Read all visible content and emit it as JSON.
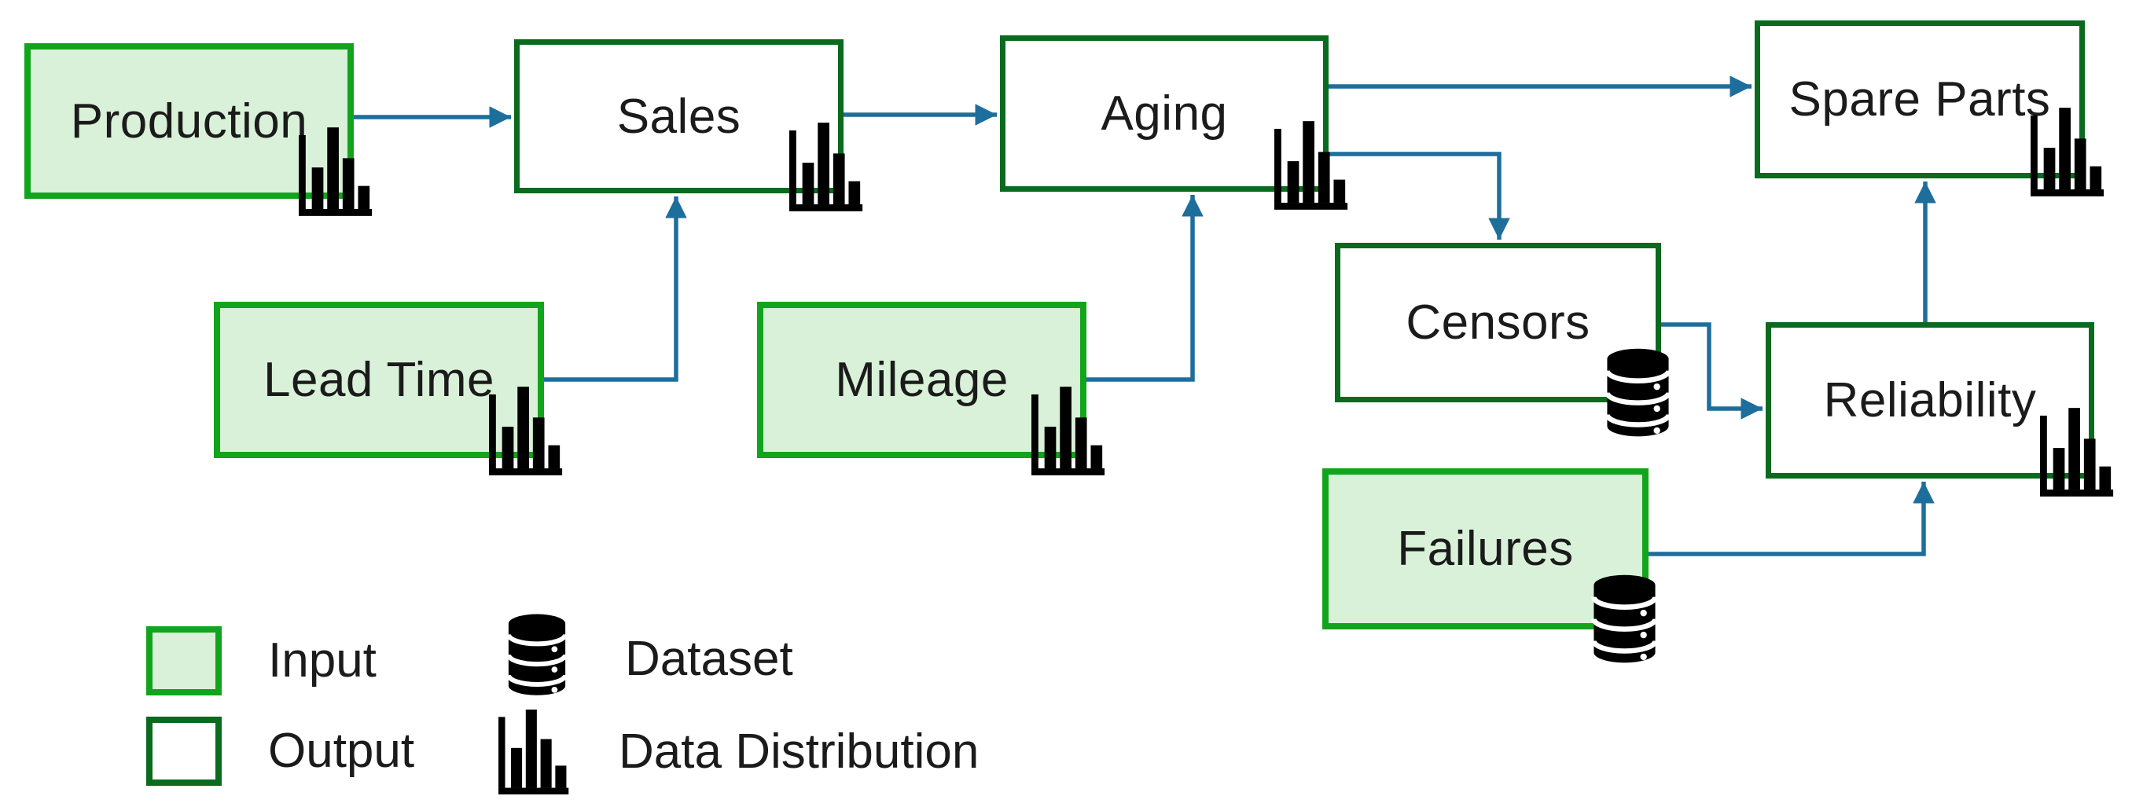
{
  "colors": {
    "background": "#ffffff",
    "text": "#1b1b1b",
    "input_fill": "#d9f1d9",
    "input_border": "#12a41c",
    "output_fill": "#ffffff",
    "output_border": "#0a6a1e",
    "arrow": "#1e6e9c",
    "icon": "#000000"
  },
  "nodes": [
    {
      "id": "production",
      "label": "Production",
      "type": "input",
      "icon": "data-distribution"
    },
    {
      "id": "sales",
      "label": "Sales",
      "type": "output",
      "icon": "data-distribution"
    },
    {
      "id": "aging",
      "label": "Aging",
      "type": "output",
      "icon": "data-distribution"
    },
    {
      "id": "spare_parts",
      "label": "Spare Parts",
      "type": "output",
      "icon": "data-distribution"
    },
    {
      "id": "lead_time",
      "label": "Lead Time",
      "type": "input",
      "icon": "data-distribution"
    },
    {
      "id": "mileage",
      "label": "Mileage",
      "type": "input",
      "icon": "data-distribution"
    },
    {
      "id": "censors",
      "label": "Censors",
      "type": "output",
      "icon": "dataset"
    },
    {
      "id": "reliability",
      "label": "Reliability",
      "type": "output",
      "icon": "data-distribution"
    },
    {
      "id": "failures",
      "label": "Failures",
      "type": "input",
      "icon": "dataset"
    }
  ],
  "edges": [
    {
      "from": "production",
      "to": "sales"
    },
    {
      "from": "sales",
      "to": "aging"
    },
    {
      "from": "aging",
      "to": "spare_parts"
    },
    {
      "from": "aging",
      "to": "censors"
    },
    {
      "from": "lead_time",
      "to": "sales"
    },
    {
      "from": "mileage",
      "to": "aging"
    },
    {
      "from": "censors",
      "to": "reliability"
    },
    {
      "from": "failures",
      "to": "reliability"
    },
    {
      "from": "reliability",
      "to": "spare_parts"
    }
  ],
  "legend": {
    "items": [
      {
        "label": "Input",
        "marker": "input-swatch"
      },
      {
        "label": "Output",
        "marker": "output-swatch"
      },
      {
        "label": "Dataset",
        "marker": "dataset-icon"
      },
      {
        "label": "Data Distribution",
        "marker": "data-distribution-icon"
      }
    ]
  }
}
